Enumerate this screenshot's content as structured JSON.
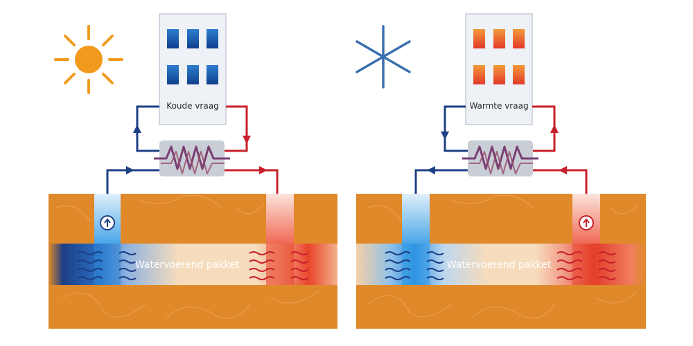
{
  "summer": {
    "building_label": "Koude vraag",
    "aquifer_label": "Watervoerend pakket",
    "icon": "sun-icon"
  },
  "winter": {
    "building_label": "Warmte vraag",
    "aquifer_label": "Watervoerend pakket",
    "icon": "snowflake-icon"
  },
  "colors": {
    "ground": "#e0892a",
    "ground_dark": "#d47a1f",
    "layer": "#f5d9b5",
    "cold": "#1a6fc4",
    "cold_dark": "#1d3f85",
    "hot": "#e8452a",
    "hot_dark": "#c8202a",
    "sun": "#f19a1e",
    "snow": "#3a6fb0",
    "building_bg": "#eef1f6",
    "hx_bg": "#c9ced6"
  }
}
